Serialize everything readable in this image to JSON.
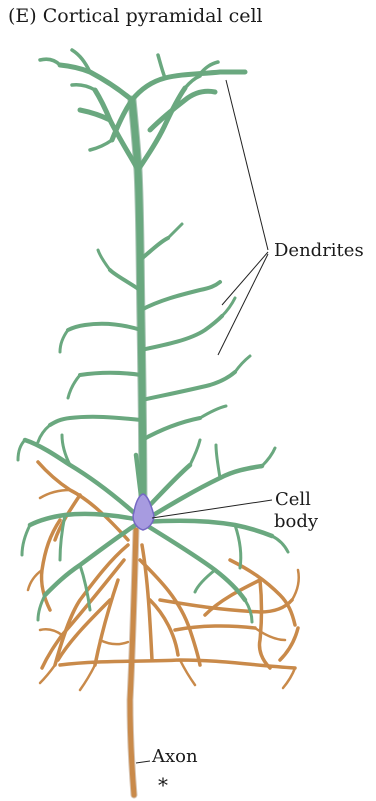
{
  "figure": {
    "title": "(E) Cortical pyramidal cell",
    "labels": {
      "dendrites": "Dendrites",
      "cell_body_line1": "Cell",
      "cell_body_line2": "body",
      "axon": "Axon",
      "asterisk": "*"
    },
    "colors": {
      "dendrite": "#6aa87f",
      "dendrite_dark": "#3f7d58",
      "axon": "#c98a4a",
      "axon_dark": "#8e5a26",
      "cell_body": "#a79be0",
      "leader_line": "#222222"
    }
  }
}
